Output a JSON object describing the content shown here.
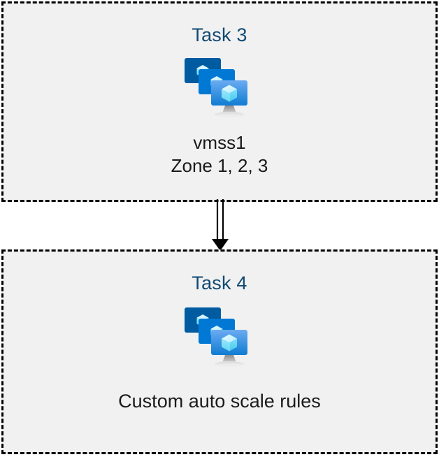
{
  "diagram": {
    "background_color": "#ffffff",
    "box_fill_color": "#f1f1f1",
    "box_border_color": "#000000",
    "title_color": "#124a73",
    "caption_color": "#1a1a1a",
    "icon_colors": {
      "monitor_back": "#005BA1",
      "monitor_middle": "#0078D4",
      "monitor_front_top": "#5EA0EF",
      "monitor_front_bottom": "#0F7CD2",
      "cube_light": "#C3F1FF",
      "cube_mid": "#9CEBFF",
      "cube_dark": "#50E6FF",
      "stand": "#B3B3B3"
    }
  },
  "boxes": [
    {
      "id": "task-3",
      "title": "Task 3",
      "icon": "virtual-machine-scale-set-icon",
      "caption_lines": [
        "vmss1",
        "Zone 1, 2, 3"
      ]
    },
    {
      "id": "task-4",
      "title": "Task 4",
      "icon": "virtual-machine-scale-set-icon",
      "caption_lines": [
        "Custom auto scale rules"
      ]
    }
  ],
  "connector": {
    "name": "arrow-down",
    "from": "task-3",
    "to": "task-4",
    "style": "double-line-solid-head",
    "color": "#000000"
  }
}
